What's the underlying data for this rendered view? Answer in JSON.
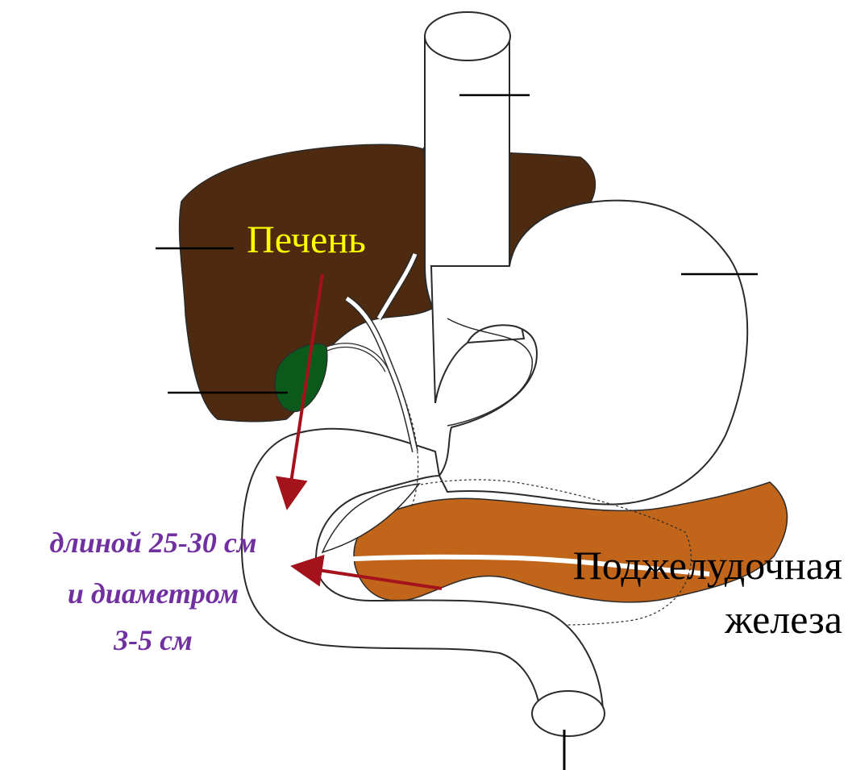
{
  "labels": {
    "liver": "Печень",
    "pancreas_line1": "Поджелудочная",
    "pancreas_line2": "железа",
    "duodenum_length": "длиной 25-30 см",
    "duodenum_diameter_line1": "и диаметром",
    "duodenum_diameter_line2": "3-5 см"
  },
  "colors": {
    "liver": "#4d2a10",
    "gallbladder": "#0b5a1c",
    "pancreas": "#c0651a",
    "arrow": "#a4131c",
    "liver_label": "#ffff00",
    "annotation": "#7030a0",
    "outline": "#2a2a2a"
  }
}
